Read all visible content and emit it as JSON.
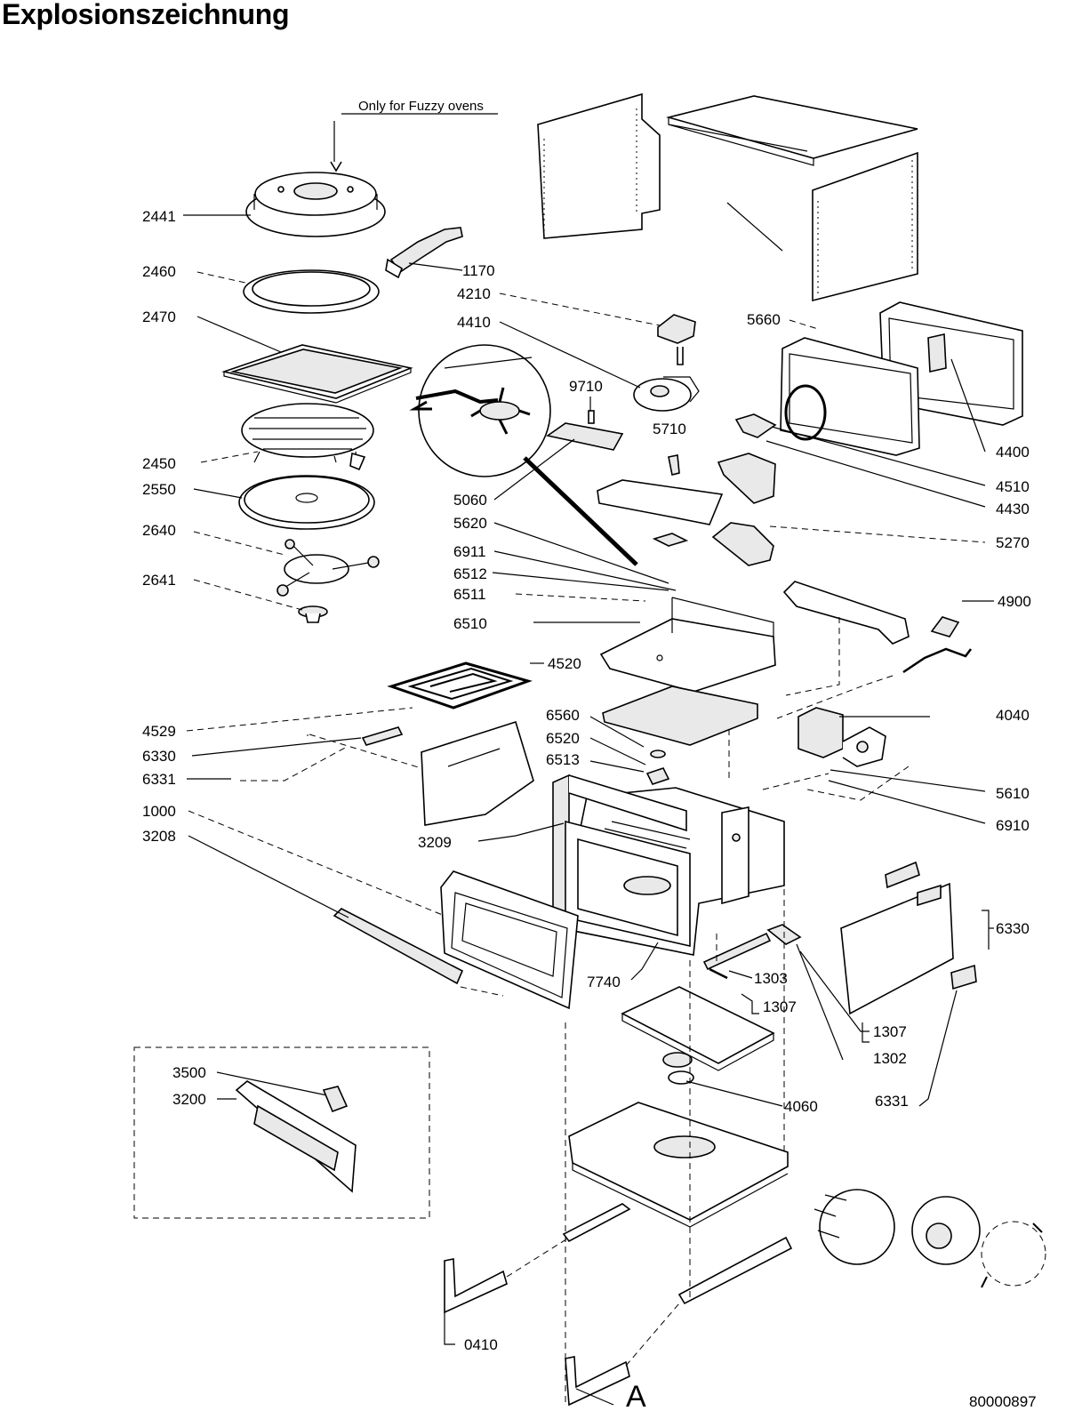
{
  "title": "Explosionszeichnung",
  "note": "Only for Fuzzy ovens",
  "drawing_number": "80000897",
  "view_marker": "A",
  "labels": {
    "l2441": "2441",
    "l2460": "2460",
    "l1170": "1170",
    "l4210": "4210",
    "l2470": "2470",
    "l4410": "4410",
    "l5660": "5660",
    "l9710": "9710",
    "l5710": "5710",
    "l2450": "2450",
    "l4400": "4400",
    "l2550": "2550",
    "l5060": "5060",
    "l4510": "4510",
    "l4430": "4430",
    "l5620": "5620",
    "l2640": "2640",
    "l5270": "5270",
    "l6911": "6911",
    "l6512": "6512",
    "l2641": "2641",
    "l6511": "6511",
    "l4900": "4900",
    "l6510": "6510",
    "l4520": "4520",
    "l6560": "6560",
    "l4040": "4040",
    "l4529": "4529",
    "l6520": "6520",
    "l6330a": "6330",
    "l6513": "6513",
    "l6331a": "6331",
    "l5610": "5610",
    "l1000": "1000",
    "l6910": "6910",
    "l3209": "3209",
    "l3208": "3208",
    "l6330b": "6330",
    "l1303": "1303",
    "l7740": "7740",
    "l1307a": "1307",
    "l1307b": "1307",
    "l1302": "1302",
    "l3500": "3500",
    "l3200": "3200",
    "l4060": "4060",
    "l6331b": "6331",
    "l0410": "0410"
  }
}
